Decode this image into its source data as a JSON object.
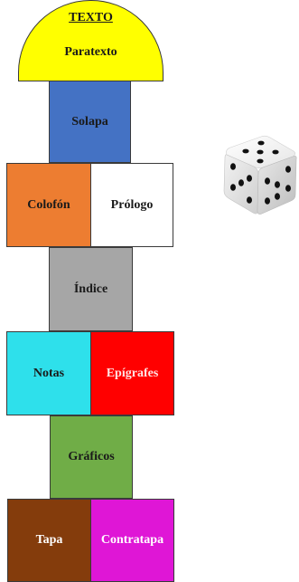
{
  "cells": {
    "texto": "TEXTO",
    "paratexto": "Paratexto",
    "solapa": "Solapa",
    "colofon": "Colofón",
    "prologo": "Prólogo",
    "indice": "Índice",
    "notas": "Notas",
    "epigrafes": "Epígrafes",
    "graficos": "Gráficos",
    "tapa": "Tapa",
    "contratapa": "Contratapa"
  },
  "colors": {
    "paratexto": "#ffff00",
    "solapa": "#4472c4",
    "colofon": "#ed7d31",
    "prologo": "#ffffff",
    "indice": "#a6a6a6",
    "notas": "#2ee0eb",
    "epigrafes": "#ff0000",
    "graficos": "#70ad47",
    "tapa": "#843c0c",
    "contratapa": "#df16d6"
  },
  "dice_icon": "die-five-face-icon"
}
